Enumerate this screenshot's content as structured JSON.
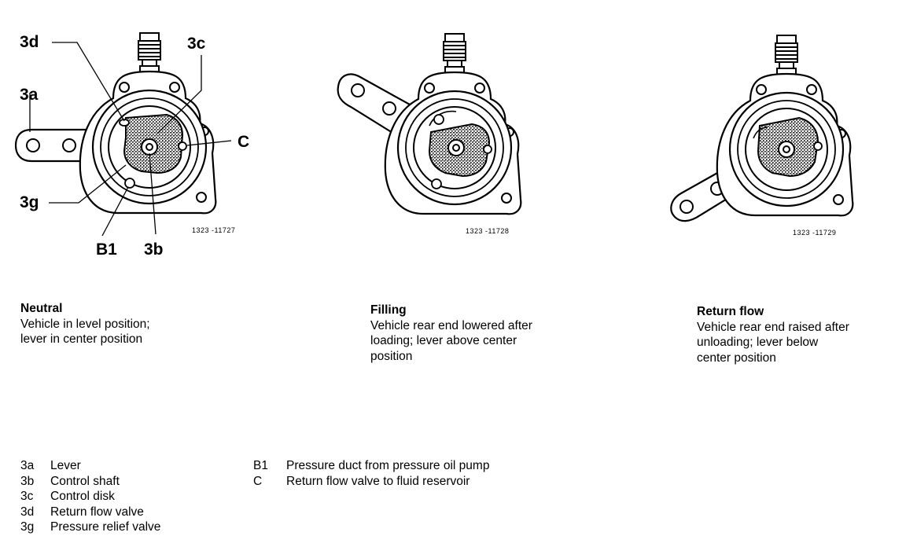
{
  "callouts": {
    "lever": "3a",
    "control_shaft": "3b",
    "control_disk": "3c",
    "return_flow_valve": "3d",
    "pressure_relief_valve": "3g",
    "pressure_duct": "B1",
    "return_valve_reservoir": "C"
  },
  "figure_numbers": [
    "1323 -11727",
    "1323 -11728",
    "1323 -11729"
  ],
  "captions": [
    {
      "title": "Neutral",
      "lines": [
        "Vehicle in level position;",
        "lever in center position"
      ]
    },
    {
      "title": "Filling",
      "lines": [
        "Vehicle rear end lowered after",
        "loading; lever above center",
        "position"
      ]
    },
    {
      "title": "Return flow",
      "lines": [
        "Vehicle rear end raised after",
        "unloading; lever below",
        "center position"
      ]
    }
  ],
  "legend_left": [
    {
      "code": "3a",
      "text": "Lever"
    },
    {
      "code": "3b",
      "text": "Control shaft"
    },
    {
      "code": "3c",
      "text": "Control disk"
    },
    {
      "code": "3d",
      "text": "Return flow valve"
    },
    {
      "code": "3g",
      "text": "Pressure relief valve"
    }
  ],
  "legend_right": [
    {
      "code": "B1",
      "text": "Pressure duct from pressure oil pump"
    },
    {
      "code": "C",
      "text": "Return flow valve to fluid reservoir"
    }
  ]
}
